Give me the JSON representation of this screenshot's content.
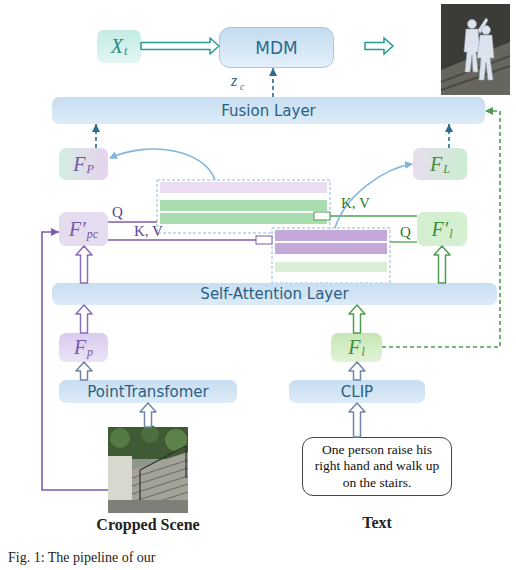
{
  "diagram": {
    "caption": "Fig. 1: The pipeline of our",
    "nodes": [
      {
        "text": [
          "X",
          "t"
        ]
      },
      {
        "text": [
          "MDM"
        ]
      },
      {
        "text": [
          "Fusion Layer"
        ]
      },
      {
        "text": [
          "F",
          "P"
        ]
      },
      {
        "text": [
          "F",
          "L"
        ]
      },
      {
        "text": [
          "F′",
          "pc"
        ]
      },
      {
        "text": [
          "F′",
          "l"
        ]
      },
      {
        "text": [
          "Self-Attention Layer"
        ]
      },
      {
        "text": [
          "F",
          "p"
        ]
      },
      {
        "text": [
          "F",
          "l"
        ]
      },
      {
        "text": [
          "PointTransfomer"
        ]
      },
      {
        "text": [
          "CLIP"
        ]
      },
      {
        "text": [
          "Cropped Scene"
        ]
      },
      {
        "text": [
          "One person raise his right hand and walk up on the stairs.",
          "Text"
        ]
      }
    ],
    "edges": [
      {
        "from": 0,
        "to": 1,
        "arrow": "to"
      },
      {
        "from": 2,
        "to": 1,
        "arrow": "to"
      },
      {
        "from": 3,
        "to": 2,
        "arrow": "to"
      },
      {
        "from": 4,
        "to": 2,
        "arrow": "to"
      },
      {
        "from": 7,
        "to": 5,
        "arrow": "to"
      },
      {
        "from": 7,
        "to": 6,
        "arrow": "to"
      },
      {
        "from": 8,
        "to": 7,
        "arrow": "to"
      },
      {
        "from": 9,
        "to": 7,
        "arrow": "to"
      },
      {
        "from": 10,
        "to": 8,
        "arrow": "to"
      },
      {
        "from": 11,
        "to": 9,
        "arrow": "to"
      },
      {
        "from": 12,
        "to": 10,
        "arrow": "to"
      },
      {
        "from": 13,
        "to": 11,
        "arrow": "to"
      },
      {
        "from": 12,
        "to": 5,
        "arrow": "to"
      },
      {
        "from": 9,
        "to": 2,
        "arrow": "to"
      }
    ],
    "labels": [
      "z",
      "c",
      "Q",
      "K, V",
      "K, V",
      "Q"
    ]
  }
}
